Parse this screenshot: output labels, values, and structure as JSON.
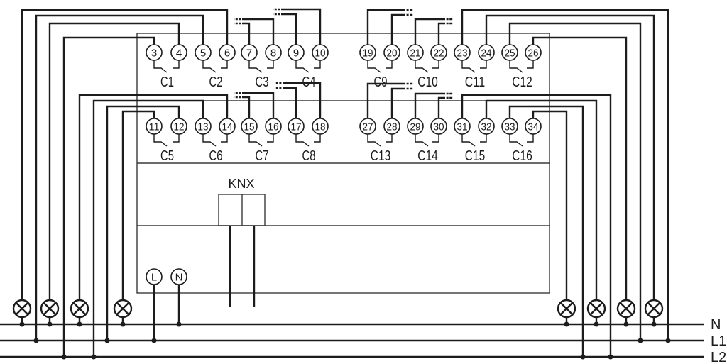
{
  "diagram": {
    "buses": [
      {
        "id": "N",
        "label": "N"
      },
      {
        "id": "L1",
        "label": "L1"
      },
      {
        "id": "L2",
        "label": "L2"
      }
    ],
    "module": {
      "label": "KNX"
    },
    "supply_terminals": [
      {
        "id": "L",
        "label": "L",
        "bus": "L1"
      },
      {
        "id": "N",
        "label": "N",
        "bus": "N"
      }
    ],
    "rows": [
      {
        "channels": [
          {
            "label": "C1",
            "terminals": [
              "3",
              "4"
            ]
          },
          {
            "label": "C2",
            "terminals": [
              "5",
              "6"
            ]
          },
          {
            "label": "C3",
            "terminals": [
              "7",
              "8"
            ]
          },
          {
            "label": "C4",
            "terminals": [
              "9",
              "10"
            ]
          },
          {
            "label": "C9",
            "terminals": [
              "19",
              "20"
            ]
          },
          {
            "label": "C10",
            "terminals": [
              "21",
              "22"
            ]
          },
          {
            "label": "C11",
            "terminals": [
              "23",
              "24"
            ]
          },
          {
            "label": "C12",
            "terminals": [
              "25",
              "26"
            ]
          }
        ]
      },
      {
        "channels": [
          {
            "label": "C5",
            "terminals": [
              "11",
              "12"
            ]
          },
          {
            "label": "C6",
            "terminals": [
              "13",
              "14"
            ]
          },
          {
            "label": "C7",
            "terminals": [
              "15",
              "16"
            ]
          },
          {
            "label": "C8",
            "terminals": [
              "17",
              "18"
            ]
          },
          {
            "label": "C13",
            "terminals": [
              "27",
              "28"
            ]
          },
          {
            "label": "C14",
            "terminals": [
              "29",
              "30"
            ]
          },
          {
            "label": "C15",
            "terminals": [
              "31",
              "32"
            ]
          },
          {
            "label": "C16",
            "terminals": [
              "33",
              "34"
            ]
          }
        ]
      }
    ],
    "connections": [
      {
        "terminal": "3",
        "to": "L2"
      },
      {
        "terminal": "4",
        "to": "N",
        "via": "lamp"
      },
      {
        "terminal": "5",
        "to": "L1"
      },
      {
        "terminal": "6",
        "to": "N",
        "via": "lamp"
      },
      {
        "terminal": "7",
        "to": "continued"
      },
      {
        "terminal": "8",
        "to": "continued"
      },
      {
        "terminal": "9",
        "to": "continued"
      },
      {
        "terminal": "10",
        "to": "continued"
      },
      {
        "terminal": "11",
        "to": "N",
        "via": "lamp"
      },
      {
        "terminal": "12",
        "to": "L1"
      },
      {
        "terminal": "13",
        "to": "L2"
      },
      {
        "terminal": "14",
        "to": "N",
        "via": "lamp"
      },
      {
        "terminal": "15",
        "to": "continued"
      },
      {
        "terminal": "16",
        "to": "continued"
      },
      {
        "terminal": "17",
        "to": "continued"
      },
      {
        "terminal": "18",
        "to": "continued"
      },
      {
        "terminal": "19",
        "to": "continued"
      },
      {
        "terminal": "20",
        "to": "continued"
      },
      {
        "terminal": "21",
        "to": "continued"
      },
      {
        "terminal": "22",
        "to": "continued"
      },
      {
        "terminal": "23",
        "to": "L1"
      },
      {
        "terminal": "24",
        "to": "N",
        "via": "lamp"
      },
      {
        "terminal": "25",
        "to": "L1"
      },
      {
        "terminal": "26",
        "to": "N",
        "via": "lamp"
      },
      {
        "terminal": "27",
        "to": "continued"
      },
      {
        "terminal": "28",
        "to": "continued"
      },
      {
        "terminal": "29",
        "to": "continued"
      },
      {
        "terminal": "30",
        "to": "continued"
      },
      {
        "terminal": "31",
        "to": "L2"
      },
      {
        "terminal": "32",
        "to": "N",
        "via": "lamp"
      },
      {
        "terminal": "33",
        "to": "L2"
      },
      {
        "terminal": "34",
        "to": "N",
        "via": "lamp"
      }
    ]
  }
}
